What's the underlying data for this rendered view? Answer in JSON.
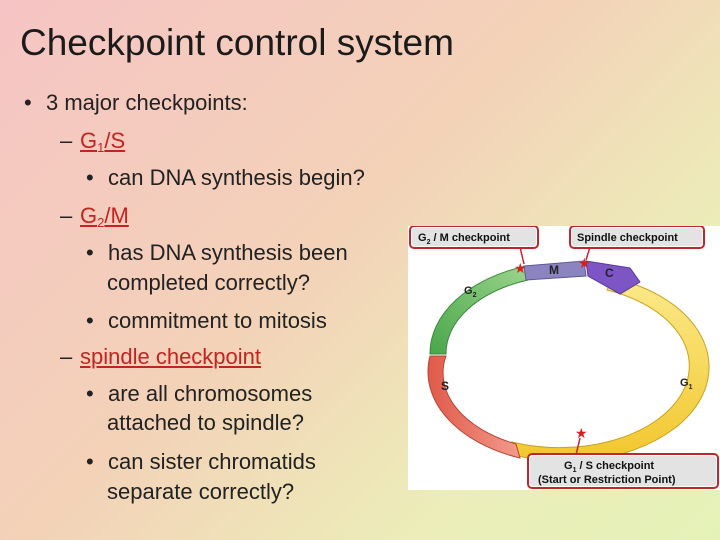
{
  "slide": {
    "title": "Checkpoint control system",
    "bullets": {
      "main": "3 major checkpoints:",
      "g1s": {
        "label_g": "G",
        "label_sub": "1",
        "label_rest": "/S",
        "sub_item": "can DNA synthesis begin?"
      },
      "g2m": {
        "label_g": "G",
        "label_sub": "2",
        "label_rest": "/M",
        "sub_item_1_line1": "has DNA synthesis been",
        "sub_item_1_line2": "completed correctly?",
        "sub_item_2": "commitment to mitosis"
      },
      "spindle": {
        "label": "spindle checkpoint",
        "sub_item_1_line1": "are all chromosomes",
        "sub_item_1_line2": "attached to spindle?",
        "sub_item_2_line1": "can sister chromatids",
        "sub_item_2_line2": "separate correctly?"
      }
    }
  },
  "diagram": {
    "g2m_checkpoint": {
      "g": "G",
      "sub": "2",
      "rest": " / M checkpoint"
    },
    "spindle_checkpoint": "Spindle checkpoint",
    "g1s_checkpoint": {
      "g": "G",
      "sub": "1",
      "rest": " / S checkpoint",
      "line2": "(Start or Restriction Point)"
    },
    "phases": {
      "m": "M",
      "c": "C",
      "g2": {
        "g": "G",
        "sub": "2"
      },
      "s": "S",
      "g1": {
        "g": "G",
        "sub": "1"
      }
    },
    "colors": {
      "g1_arc": "#f4d23e",
      "s_arc": "#e8705c",
      "g2_arc": "#5fb655",
      "m_arc": "#8a84c0",
      "c_arc": "#7e55c4",
      "checkpoint_star": "#d81f1f",
      "label_border": "#c0272d"
    }
  }
}
